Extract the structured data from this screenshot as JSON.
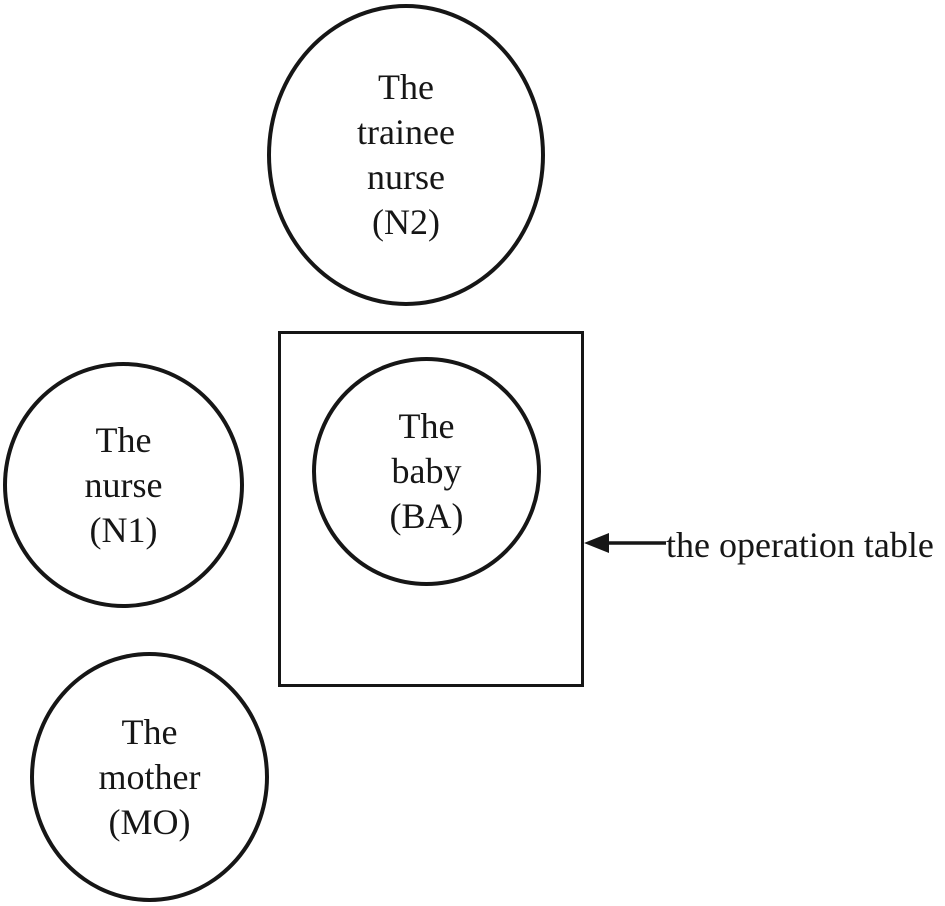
{
  "figure": {
    "background": "#ffffff",
    "stroke_color": "#161616",
    "text_color": "#161616"
  },
  "nodes": [
    {
      "id": "trainee-nurse",
      "shape": "ellipse",
      "lines": [
        "The",
        "trainee",
        "nurse",
        "(N2)"
      ]
    },
    {
      "id": "nurse",
      "shape": "ellipse",
      "lines": [
        "The",
        "nurse",
        "(N1)"
      ]
    },
    {
      "id": "baby",
      "shape": "circle",
      "lines": [
        "The",
        "baby",
        "(BA)"
      ]
    },
    {
      "id": "mother",
      "shape": "ellipse",
      "lines": [
        "The",
        "mother",
        "(MO)"
      ]
    }
  ],
  "container": {
    "id": "operation-table",
    "shape": "rectangle",
    "contains": "baby"
  },
  "annotation": {
    "label": "the operation table",
    "arrow_direction": "left",
    "arrow_target": "operation-table"
  }
}
